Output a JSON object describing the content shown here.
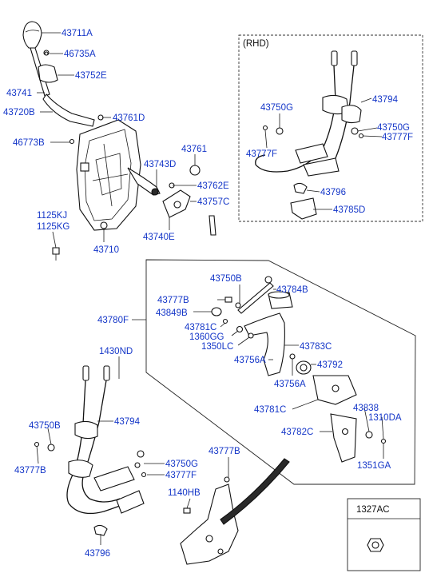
{
  "rhd_label": "(RHD)",
  "labels": {
    "l_43711A": "43711A",
    "l_46735A": "46735A",
    "l_43752E": "43752E",
    "l_43741": "43741",
    "l_43720B": "43720B",
    "l_43761D": "43761D",
    "l_46773B": "46773B",
    "l_43761": "43761",
    "l_43743D": "43743D",
    "l_43762E": "43762E",
    "l_43757C": "43757C",
    "l_1125KJ": "1125KJ",
    "l_1125KG": "1125KG",
    "l_43740E": "43740E",
    "l_43710": "43710",
    "r_43794": "43794",
    "r_43750G_a": "43750G",
    "r_43750G_b": "43750G",
    "r_43777F_a": "43777F",
    "r_43777F_b": "43777F",
    "r_43796": "43796",
    "r_43785D": "43785D",
    "m_43750B": "43750B",
    "m_43784B": "43784B",
    "m_43777B": "43777B",
    "m_43780F": "43780F",
    "m_43849B": "43849B",
    "m_43781C_a": "43781C",
    "m_1360GG": "1360GG",
    "m_1350LC": "1350LC",
    "m_43783C": "43783C",
    "m_43756A_a": "43756A",
    "m_43756A_b": "43756A",
    "m_43792": "43792",
    "m_43781C_b": "43781C",
    "m_43838": "43838",
    "m_1310DA": "1310DA",
    "m_43782C": "43782C",
    "m_1351GA": "1351GA",
    "b_1430ND": "1430ND",
    "b_43750B": "43750B",
    "b_43794": "43794",
    "b_43777B_a": "43777B",
    "b_43750G": "43750G",
    "b_43777F": "43777F",
    "b_43777B_b": "43777B",
    "b_1140HB": "1140HB",
    "b_43796": "43796",
    "c_1327AC": "1327AC"
  }
}
